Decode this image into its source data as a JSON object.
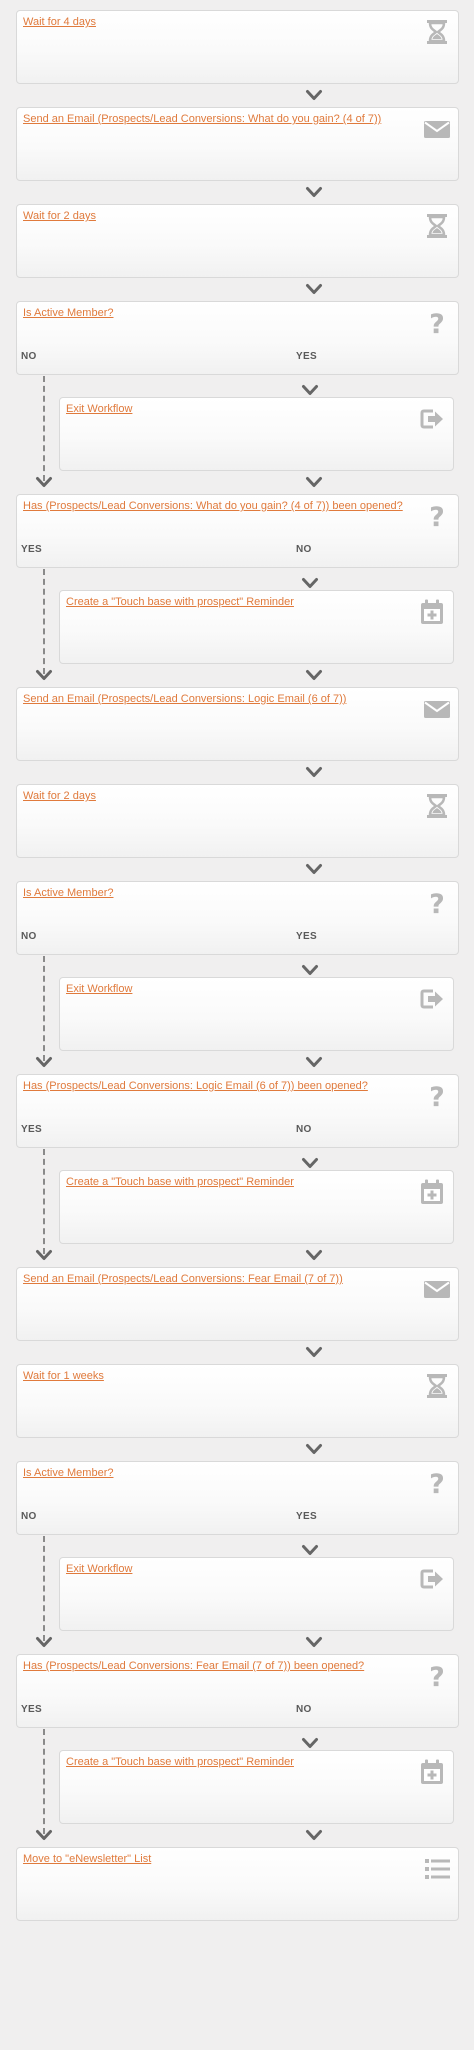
{
  "colors": {
    "link": "#e07a3c",
    "icon": "#b8b8b8",
    "arrow": "#666666",
    "background": "#f0efef"
  },
  "steps": [
    {
      "title": "Wait for 4 days",
      "icon": "hourglass-icon"
    },
    {
      "title": "Send an Email (Prospects/Lead Conversions: What do you gain? (4 of 7))",
      "icon": "envelope-icon"
    },
    {
      "title": "Wait for 2 days",
      "icon": "hourglass-icon"
    },
    {
      "title": "Is Active Member?",
      "icon": "question-icon",
      "left_label": "NO",
      "right_label": "YES"
    },
    {
      "title": "Exit Workflow",
      "icon": "exit-icon"
    },
    {
      "title": "Has (Prospects/Lead Conversions: What do you gain? (4 of 7)) been opened?",
      "icon": "question-icon",
      "left_label": "YES",
      "right_label": "NO"
    },
    {
      "title": "Create a \"Touch base with prospect\" Reminder",
      "icon": "calendar-plus-icon"
    },
    {
      "title": "Send an Email (Prospects/Lead Conversions: Logic Email (6 of 7))",
      "icon": "envelope-icon"
    },
    {
      "title": "Wait for 2 days",
      "icon": "hourglass-icon"
    },
    {
      "title": "Is Active Member?",
      "icon": "question-icon",
      "left_label": "NO",
      "right_label": "YES"
    },
    {
      "title": "Exit Workflow",
      "icon": "exit-icon"
    },
    {
      "title": "Has (Prospects/Lead Conversions: Logic Email (6 of 7)) been opened?",
      "icon": "question-icon",
      "left_label": "YES",
      "right_label": "NO"
    },
    {
      "title": "Create a \"Touch base with prospect\" Reminder",
      "icon": "calendar-plus-icon"
    },
    {
      "title": "Send an Email (Prospects/Lead Conversions: Fear Email (7 of 7))",
      "icon": "envelope-icon"
    },
    {
      "title": "Wait for 1 weeks",
      "icon": "hourglass-icon"
    },
    {
      "title": "Is Active Member?",
      "icon": "question-icon",
      "left_label": "NO",
      "right_label": "YES"
    },
    {
      "title": "Exit Workflow",
      "icon": "exit-icon"
    },
    {
      "title": "Has (Prospects/Lead Conversions: Fear Email (7 of 7)) been opened?",
      "icon": "question-icon",
      "left_label": "YES",
      "right_label": "NO"
    },
    {
      "title": "Create a \"Touch base with prospect\" Reminder",
      "icon": "calendar-plus-icon"
    },
    {
      "title": "Move to \"eNewsletter\" List",
      "icon": "list-icon"
    }
  ]
}
